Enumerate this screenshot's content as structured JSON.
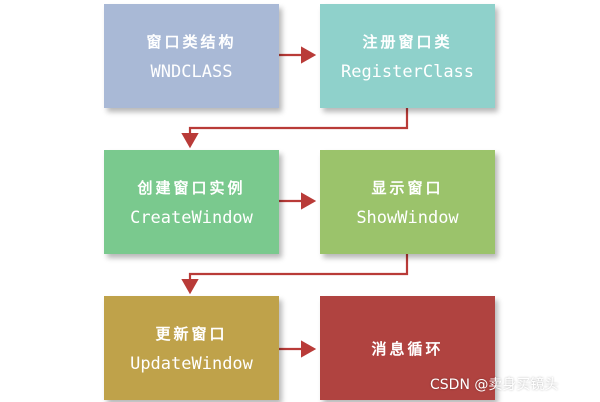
{
  "steps": [
    {
      "cn": "窗口类结构",
      "en": "WNDCLASS",
      "color": "#a9b9d6"
    },
    {
      "cn": "注册窗口类",
      "en": "RegisterClass",
      "color": "#8fd1cb"
    },
    {
      "cn": "创建窗口实例",
      "en": "CreateWindow",
      "color": "#7ac98e"
    },
    {
      "cn": "显示窗口",
      "en": "ShowWindow",
      "color": "#9bc36b"
    },
    {
      "cn": "更新窗口",
      "en": "UpdateWindow",
      "color": "#bfa24a"
    },
    {
      "cn": "消息循环",
      "en": "",
      "color": "#b04340"
    }
  ],
  "arrow_color": "#b93b38",
  "watermark": "CSDN @卖身买镜头"
}
